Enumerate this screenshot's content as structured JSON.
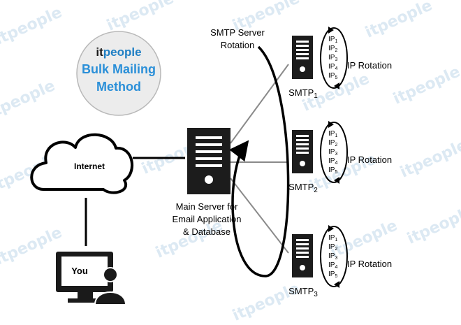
{
  "watermark": "itpeople",
  "brand": {
    "word": "itpeople",
    "line2": "Bulk Mailing",
    "line3": "Method",
    "color_brand": "#1f7fc4",
    "color_blue": "#2a8fd8"
  },
  "labels": {
    "internet": "Internet",
    "you": "You",
    "main_server_1": "Main Server for",
    "main_server_2": "Email Application",
    "main_server_3": "& Database",
    "smtp_rotation_1": "SMTP Server",
    "smtp_rotation_2": "Rotation",
    "ip_rotation": "IP Rotation"
  },
  "smtp_servers": [
    {
      "name": "SMTP",
      "num": "1",
      "ips": [
        [
          "IP",
          "1"
        ],
        [
          "IP",
          "2"
        ],
        [
          "IP",
          "3"
        ],
        [
          "IP",
          "4"
        ],
        [
          "IP",
          "5"
        ]
      ]
    },
    {
      "name": "SMTP",
      "num": "2",
      "ips": [
        [
          "IP",
          "1"
        ],
        [
          "IP",
          "2"
        ],
        [
          "IP",
          "3"
        ],
        [
          "IP",
          "4"
        ],
        [
          "IP",
          "5"
        ]
      ]
    },
    {
      "name": "SMTP",
      "num": "3",
      "ips": [
        [
          "IP",
          "1"
        ],
        [
          "IP",
          "2"
        ],
        [
          "IP",
          "3"
        ],
        [
          "IP",
          "4"
        ],
        [
          "IP",
          "5"
        ]
      ]
    }
  ]
}
